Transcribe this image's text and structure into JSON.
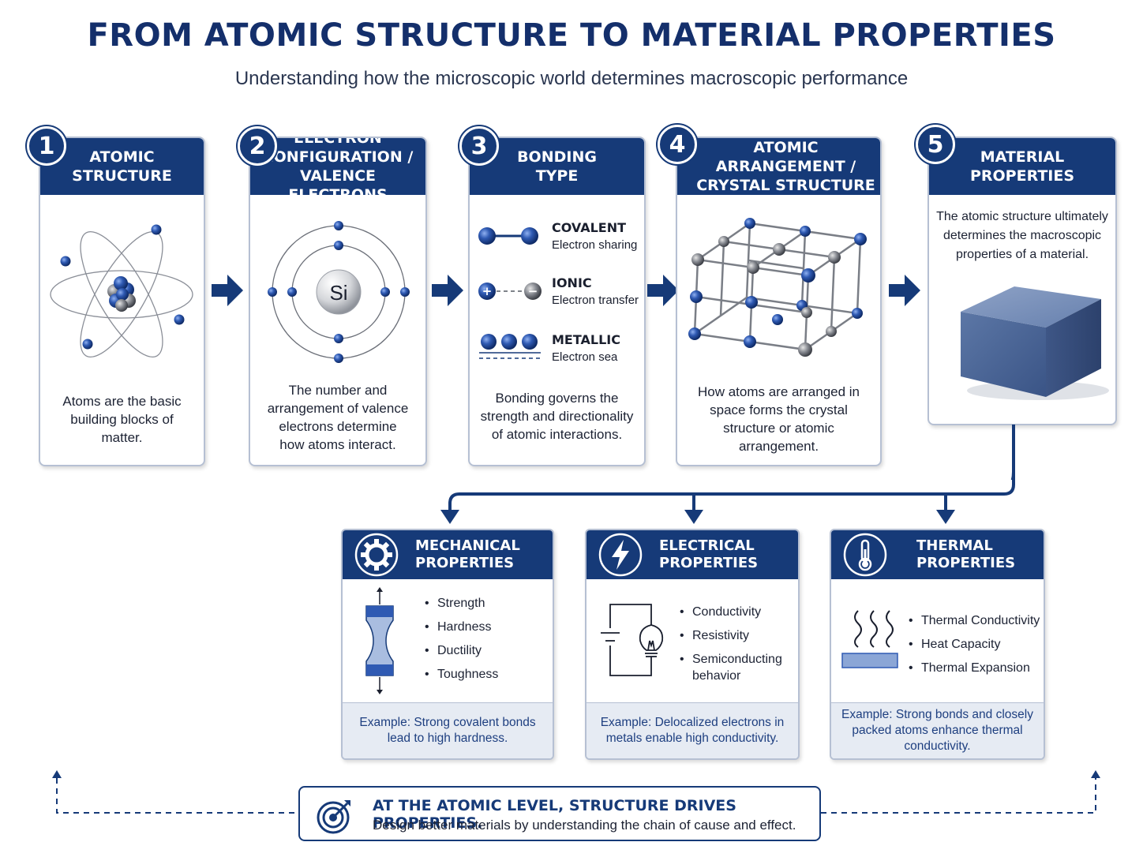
{
  "header": {
    "title": "FROM ATOMIC STRUCTURE TO MATERIAL PROPERTIES",
    "subtitle": "Understanding how the microscopic world determines macroscopic performance"
  },
  "steps": [
    {
      "number": "1",
      "title": "ATOMIC\nSTRUCTURE",
      "description": "Atoms are the basic\nbuilding blocks of\nmatter."
    },
    {
      "number": "2",
      "title": "ELECTRON\nCONFIGURATION /\nVALENCE ELECTRONS",
      "description": "The number and\narrangement of valence\nelectrons determine\nhow atoms interact.",
      "atom_symbol": "Si"
    },
    {
      "number": "3",
      "title": "BONDING\nTYPE",
      "description": "Bonding governs the\nstrength and directionality\nof atomic interactions.",
      "bonds": [
        {
          "name": "COVALENT",
          "detail": "Electron sharing"
        },
        {
          "name": "IONIC",
          "detail": "Electron transfer"
        },
        {
          "name": "METALLIC",
          "detail": "Electron sea"
        }
      ]
    },
    {
      "number": "4",
      "title": "ATOMIC ARRANGEMENT /\nCRYSTAL STRUCTURE",
      "description": "How atoms are arranged in\nspace forms the crystal\nstructure or atomic\narrangement."
    },
    {
      "number": "5",
      "title": "MATERIAL\nPROPERTIES",
      "description": "The atomic structure ultimately\ndetermines the macroscopic\nproperties of a material."
    }
  ],
  "properties": [
    {
      "title": "MECHANICAL\nPROPERTIES",
      "icon": "gear-icon",
      "items": [
        "Strength",
        "Hardness",
        "Ductility",
        "Toughness"
      ],
      "example": "Example: Strong covalent bonds lead to high hardness."
    },
    {
      "title": "ELECTRICAL\nPROPERTIES",
      "icon": "lightning-icon",
      "items": [
        "Conductivity",
        "Resistivity",
        "Semiconducting behavior"
      ],
      "example": "Example: Delocalized electrons in metals enable high conductivity."
    },
    {
      "title": "THERMAL\nPROPERTIES",
      "icon": "thermometer-icon",
      "items": [
        "Thermal Conductivity",
        "Heat Capacity",
        "Thermal Expansion"
      ],
      "example": "Example: Strong bonds and closely packed atoms enhance thermal conductivity."
    }
  ],
  "footer": {
    "headline": "AT THE  ATOMIC LEVEL, STRUCTURE DRIVES PROPERTIES.",
    "subline": "Design better materials by understanding the chain of cause and effect.",
    "icon": "target-icon"
  },
  "colors": {
    "primary": "#163a78",
    "accent_blue": "#2f5ab3",
    "panel_border": "#b6c0d3",
    "example_bg": "#e6ebf3"
  }
}
